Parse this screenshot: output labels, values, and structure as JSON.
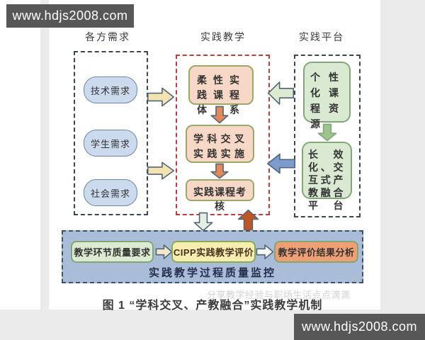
{
  "palette": {
    "page-bg": "#ffffff",
    "strip-bg": "#ebebeb",
    "watermark-bg": "#575757",
    "watermark-text": "#ffffff",
    "header-text": "#3a3a3a",
    "demand-dash": "#3d4752",
    "teaching-dash": "#c03c3c",
    "oval-fill": "#ccdaed",
    "oval-border": "#6b87ad",
    "step-fill": "#f7d8c6",
    "step-border": "#9aa86a",
    "green-fill": "#d9e9d2",
    "green-border": "#82a879",
    "yellow-arrow": "#f3e3b0",
    "arrow-outline": "#50657a",
    "orange-arrow": "#e08a5a",
    "green-arrow": "#9cc48c",
    "pale-green-arrow": "#dcead0",
    "blue-arrow": "#7b9ccc",
    "pale-down-arrow": "#e6efe3",
    "rust-arrow": "#bf5524",
    "monitor-fill": "#a9bdd9",
    "monitor-border": "#3d5163",
    "monitor-text": "#243049",
    "req-fill": "#dcead2",
    "req-border": "#7fa876",
    "cipp-fill": "#f6eeae",
    "cipp-border": "#8aa85e",
    "result-fill": "#ee9f74",
    "result-border": "#7fa876",
    "cream-arrow": "#f2e8c8",
    "white-arrow": "#f8f8f2",
    "caption-text": "#3b3b3b",
    "faint-wm-text": "#9a9a9a",
    "box-text": "#333333"
  },
  "watermarks": {
    "top_left": "www.hdjs2008.com",
    "bottom_right": "www.hdjs2008.com",
    "faint_overlay": "分享教学经验与职场生活点点滴滴"
  },
  "diagram": {
    "column_headers": [
      "各方需求",
      "实践教学",
      "实践平台"
    ],
    "demands": [
      "技术需求",
      "学生需求",
      "社会需求"
    ],
    "teaching_steps": [
      "柔性实践课程体系",
      "学科交叉实践实施",
      "实践课程考核"
    ],
    "platform_items": [
      "个性化课程资源",
      "长效化、交互式产教融合平台"
    ],
    "monitor": {
      "requirement": "教学环节质量要求",
      "evaluation": "CIPP实践教学评价",
      "analysis": "教学评价结果分析",
      "label": "实践教学过程质量监控"
    },
    "caption": "图 1 “学科交叉、产教融合”实践教学机制"
  }
}
